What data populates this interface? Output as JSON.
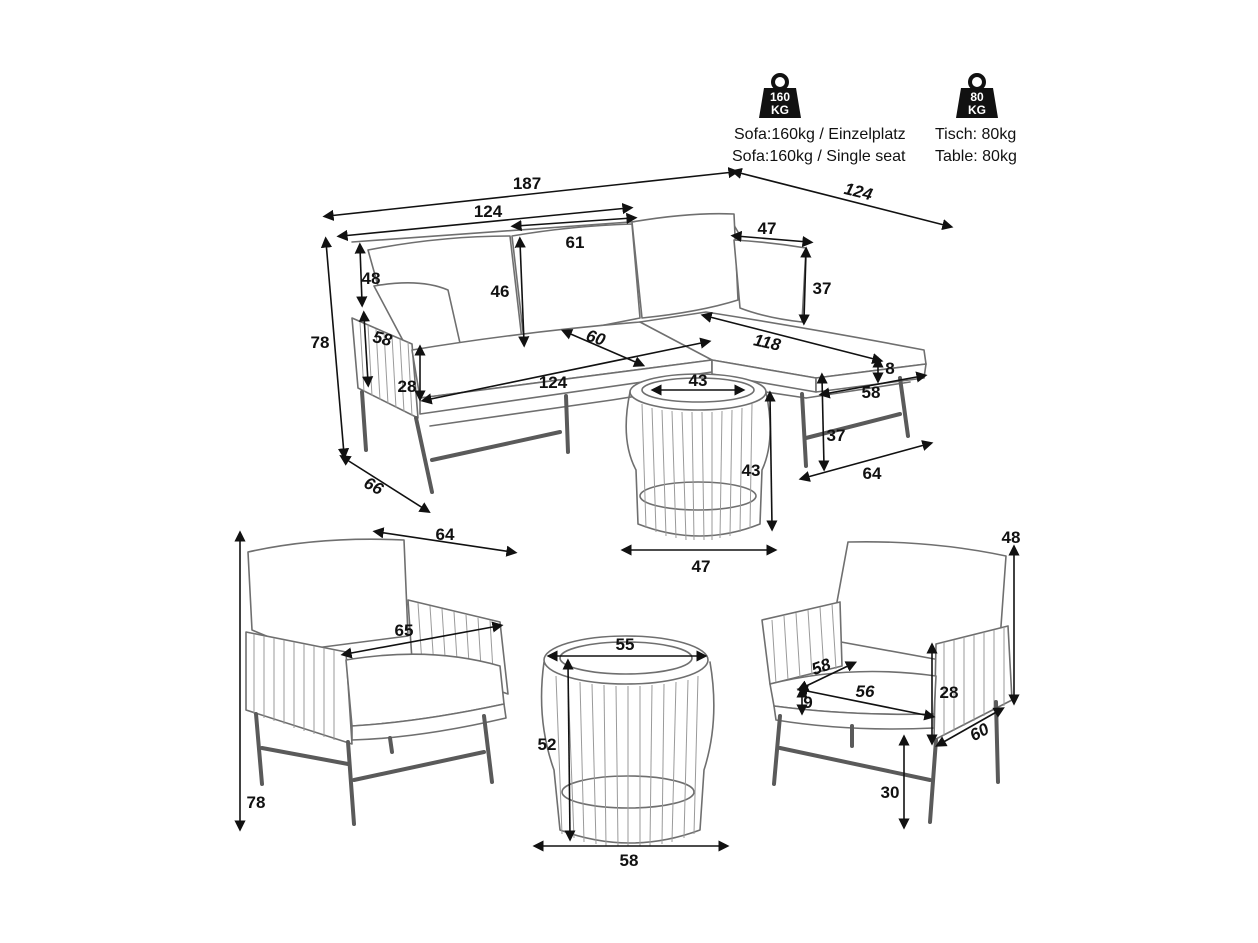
{
  "weights": {
    "sofa": {
      "badge_top": "160",
      "badge_bottom": "KG",
      "line_de": "Sofa:160kg / Einzelplatz",
      "line_en": "Sofa:160kg / Single seat"
    },
    "table": {
      "badge_top": "80",
      "badge_bottom": "KG",
      "line_de": "Tisch: 80kg",
      "line_en": "Table: 80kg"
    }
  },
  "icons": {
    "weight": "weight-icon"
  },
  "sofa_dims": {
    "total_length": "187",
    "depth_right": "124",
    "back_length": "124",
    "cushion_width": "61",
    "side_pillow_width": "47",
    "side_pillow_height": "37",
    "back_height_left": "48",
    "back_height_mid": "46",
    "overall_height": "78",
    "arm_depth": "58",
    "seat_depth": "60",
    "chaise_length": "118",
    "arm_height": "28",
    "seat_length": "124",
    "chaise_cushion_thickness": "8",
    "chaise_width": "58",
    "seat_height": "37",
    "chaise_depth": "64",
    "sofa_depth": "66"
  },
  "small_table_dims": {
    "top_diameter": "43",
    "height": "43",
    "base_diameter": "47"
  },
  "chair_left_dims": {
    "width": "64",
    "seat_width": "65",
    "height": "78"
  },
  "large_table_dims": {
    "top_diameter": "55",
    "height": "52",
    "base_diameter": "58"
  },
  "chair_right_dims": {
    "back_height": "48",
    "seat_depth": "58",
    "seat_width": "56",
    "cushion_thickness": "9",
    "arm_height": "28",
    "depth": "60",
    "seat_height": "30"
  }
}
